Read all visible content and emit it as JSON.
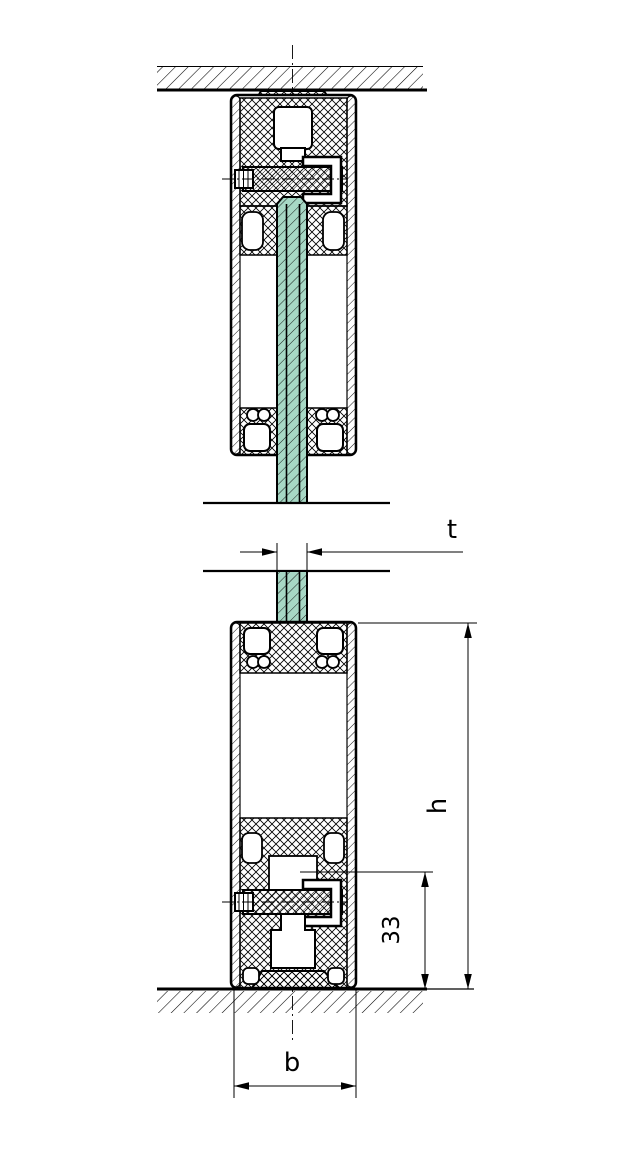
{
  "drawing": {
    "kind": "glass-partition-profile-vertical-section"
  },
  "dimensions": {
    "glass_thickness": {
      "label": "t"
    },
    "profile_height": {
      "label": "h"
    },
    "base_offset": {
      "label": "33"
    },
    "profile_width": {
      "label": "b"
    }
  },
  "colors": {
    "line": "#000000",
    "glass_fill": "#a7d8c5",
    "background": "#ffffff"
  }
}
